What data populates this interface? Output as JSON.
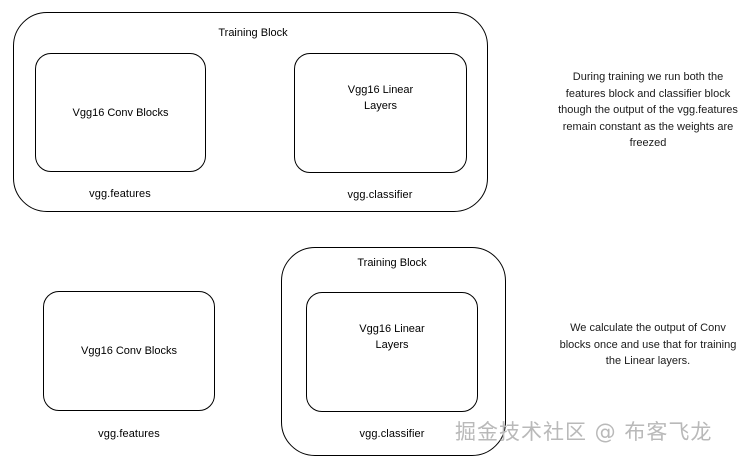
{
  "diagram": {
    "title": "VGG16 transfer learning training block comparison",
    "stroke_color": "#000000",
    "background_color": "#ffffff",
    "text_color": "#000000",
    "watermark_color": "#b9b9b9"
  },
  "top_section": {
    "training_block_label": "Training Block",
    "features_box_label": "Vgg16 Conv Blocks",
    "features_caption": "vgg.features",
    "classifier_box_label_line1": "Vgg16 Linear",
    "classifier_box_label_line2": "Layers",
    "classifier_caption": "vgg.classifier",
    "note_line1": "During training we run both the",
    "note_line2": "features block and classifier block",
    "note_line3": "though the output of the vgg.features",
    "note_line4": "remain constant as the weights are",
    "note_line5": "freezed"
  },
  "bottom_section": {
    "training_block_label": "Training Block",
    "features_box_label": "Vgg16 Conv Blocks",
    "features_caption": "vgg.features",
    "classifier_box_label_line1": "Vgg16 Linear",
    "classifier_box_label_line2": "Layers",
    "classifier_caption": "vgg.classifier",
    "note_line1": "We calculate the output of Conv",
    "note_line2": "blocks once and use that for training",
    "note_line3": "the Linear layers."
  },
  "watermark": {
    "text": "掘金技术社区 @ 布客飞龙"
  }
}
